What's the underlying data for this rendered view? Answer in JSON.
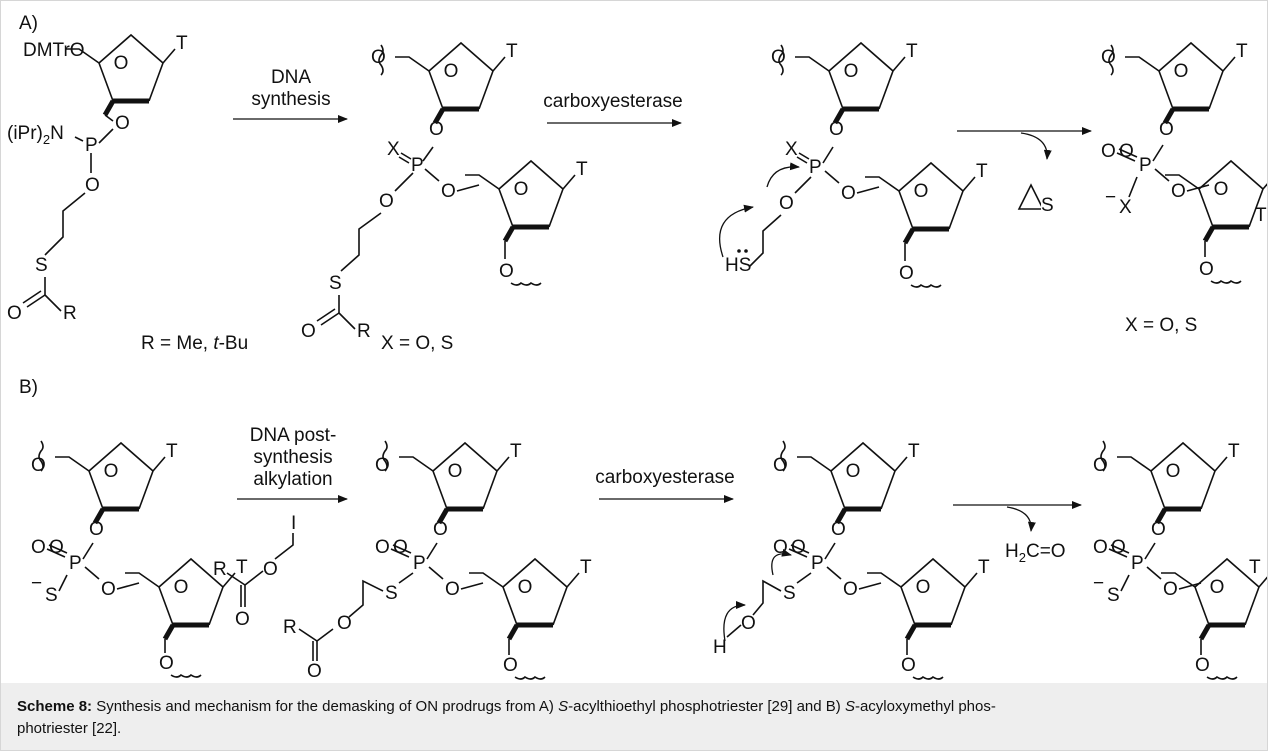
{
  "panels": {
    "a": {
      "label": "A)",
      "step1_line1": "DNA",
      "step1_line2": "synthesis",
      "step2": "carboxyesterase",
      "nucleobase": "T",
      "ring_o": "O",
      "start_5p": "DMTrO",
      "amidite_n": "(iPr)",
      "amidite_n_sub": "2",
      "amidite_n_tail": "N",
      "p": "P",
      "o": "O",
      "s": "S",
      "x": "X",
      "r": "R",
      "thiol": "HS",
      "minus": "−",
      "byproduct_s": "S",
      "r_def": "R = Me, ",
      "r_def_it": "t",
      "r_def_tail": "-Bu",
      "x_def_1": "X = O, S",
      "x_def_2": "X = O, S"
    },
    "b": {
      "label": "B)",
      "step1_line1": "DNA post-",
      "step1_line2": "synthesis",
      "step1_line3": "alkylation",
      "step2": "carboxyesterase",
      "iodide": "I",
      "hydroxyl_h": "H",
      "formaldehyde_pre": "H",
      "formaldehyde_sub": "2",
      "formaldehyde_post": "C=O"
    }
  },
  "caption": {
    "label": "Scheme 8:",
    "text_1": " Synthesis and mechanism for the demasking of ON prodrugs from A) ",
    "s1": "S",
    "text_2": "-acylthioethyl phosphotriester [29] and B) ",
    "s2": "S",
    "text_3": "-acyloxymethyl phos-",
    "text_4": "photriester [22]."
  }
}
